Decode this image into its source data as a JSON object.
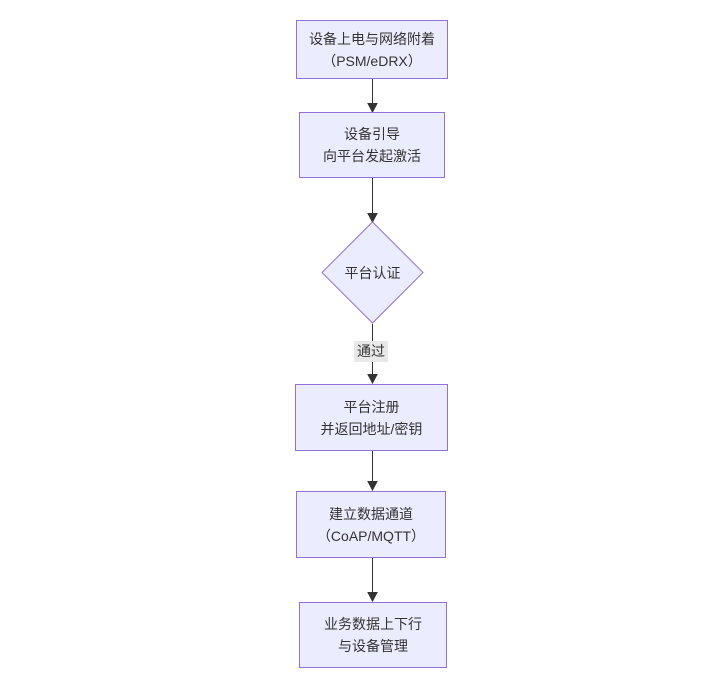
{
  "diagram": {
    "type": "flowchart",
    "direction": "top-down",
    "background": "#ffffff"
  },
  "theme": {
    "node_fill": "#ECECFF",
    "node_border": "#9370DB",
    "text_color": "#333333",
    "arrow_color": "#333333",
    "edge_label_bg": "#e8e8e8"
  },
  "flowchart": {
    "nodes": [
      {
        "id": "power-on",
        "shape": "rect",
        "lines": [
          "设备上电与网络附着",
          "（PSM/eDRX）"
        ]
      },
      {
        "id": "bootstrap",
        "shape": "rect",
        "lines": [
          "设备引导",
          "向平台发起激活"
        ]
      },
      {
        "id": "platform-auth",
        "shape": "diamond",
        "lines": [
          "平台认证"
        ]
      },
      {
        "id": "platform-register",
        "shape": "rect",
        "lines": [
          "平台注册",
          "并返回地址/密钥"
        ]
      },
      {
        "id": "data-channel",
        "shape": "rect",
        "lines": [
          "建立数据通道",
          "（CoAP/MQTT）"
        ]
      },
      {
        "id": "business-data",
        "shape": "rect",
        "lines": [
          "业务数据上下行",
          "与设备管理"
        ]
      }
    ],
    "edges": [
      {
        "from": "power-on",
        "to": "bootstrap",
        "label": ""
      },
      {
        "from": "bootstrap",
        "to": "platform-auth",
        "label": ""
      },
      {
        "from": "platform-auth",
        "to": "platform-register",
        "label": "通过"
      },
      {
        "from": "platform-register",
        "to": "data-channel",
        "label": ""
      },
      {
        "from": "data-channel",
        "to": "business-data",
        "label": ""
      }
    ]
  }
}
